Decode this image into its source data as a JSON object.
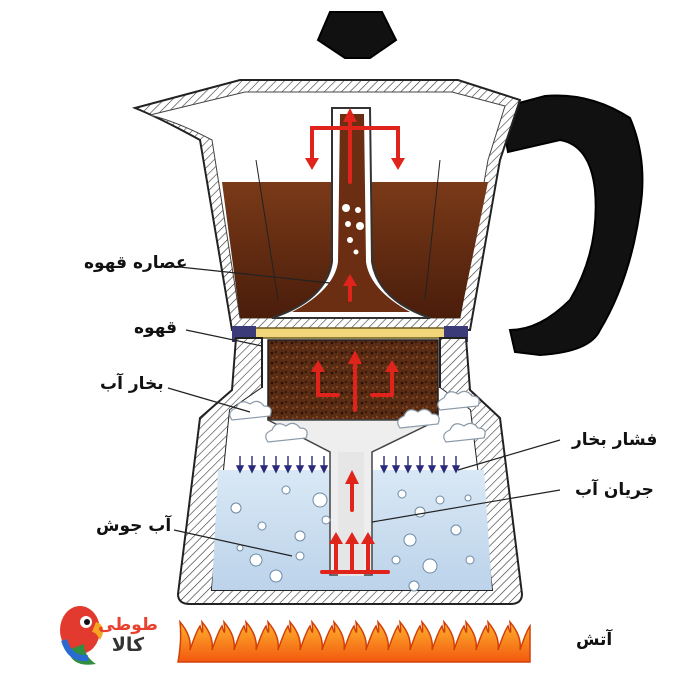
{
  "labels": {
    "coffee_extract": "عصاره قهوه",
    "coffee": "قهوه",
    "steam": "بخار آب",
    "steam_pressure": "فشار بخار",
    "water_flow": "جریان آب",
    "boiling_water": "آب جوش",
    "fire": "آتش"
  },
  "logo": {
    "line1": "طوطی",
    "line2": "کالا"
  },
  "colors": {
    "coffee": "#6b2e12",
    "coffee_dark": "#3e170a",
    "water": "#cfe0f0",
    "arrow": "#e0241b",
    "handle": "#111111",
    "flame": "#f28a1a"
  }
}
